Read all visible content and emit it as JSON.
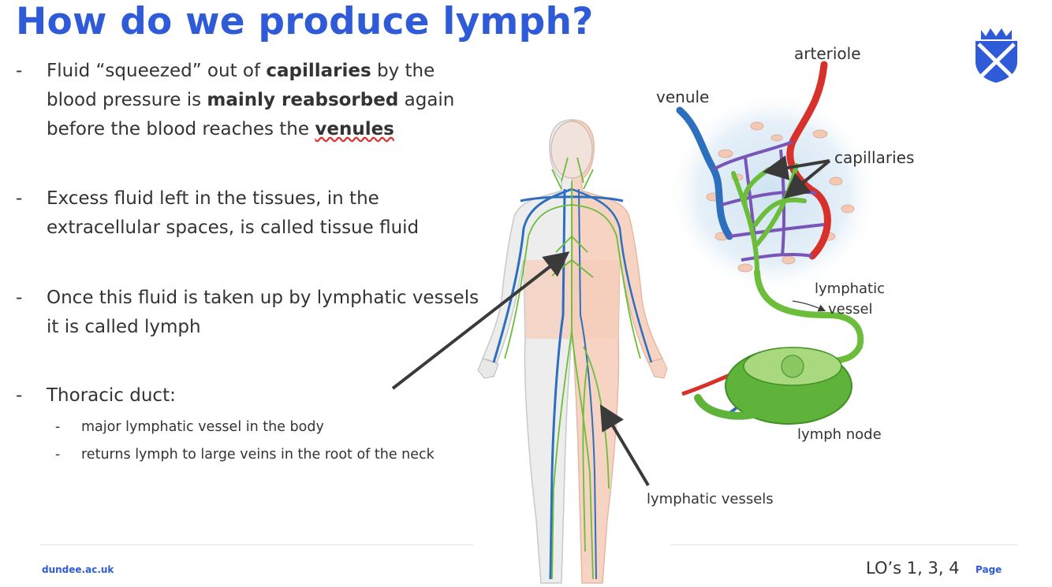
{
  "title": "How do we produce lymph?",
  "bullets": {
    "b1": {
      "t1": "Fluid “squeezed” out of ",
      "t2": "capillaries",
      "t3": " by the blood pressure is ",
      "t4": "mainly reabsorbed",
      "t5": " again before the blood reaches the ",
      "t6": "venules"
    },
    "b2": "Excess fluid left in the tissues, in the extracellular spaces, is called tissue fluid",
    "b3": "Once this fluid is taken up by lymphatic vessels it is called lymph",
    "b4": "Thoracic duct:",
    "sub1": "major lymphatic vessel in the body",
    "sub2": "returns lymph to large veins in the root of the neck",
    "dash": "-"
  },
  "labels": {
    "arteriole": "arteriole",
    "venule": "venule",
    "capillaries": "capillaries",
    "lymphatic_vessel_1": "lymphatic",
    "lymphatic_vessel_2": "vessel",
    "lymph_node": "lymph node",
    "lymphatic_vessels": "lymphatic vessels"
  },
  "footer": {
    "url": "dundee.ac.uk",
    "los": "LO’s 1, 3, 4",
    "page": "Page"
  },
  "colors": {
    "title": "#2f5bd9",
    "artery": "#d8302a",
    "vein": "#2e6fbd",
    "lymph": "#6cbd3a",
    "capillary": "#7a55b8",
    "skin": "#f6d3c2",
    "shield": "#2f5bd9"
  }
}
